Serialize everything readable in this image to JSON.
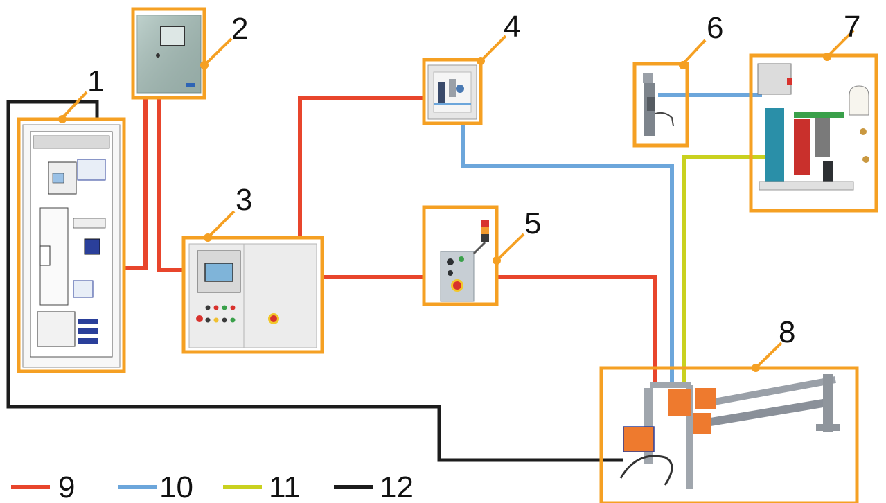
{
  "diagram": {
    "callouts": {
      "c1": "1",
      "c2": "2",
      "c3": "3",
      "c4": "4",
      "c5": "5",
      "c6": "6",
      "c7": "7",
      "c8": "8"
    },
    "legend": [
      {
        "label": "9",
        "color": "#e8452c"
      },
      {
        "label": "10",
        "color": "#6ca6db"
      },
      {
        "label": "11",
        "color": "#c9d11f"
      },
      {
        "label": "12",
        "color": "#1c1c1c"
      }
    ],
    "colors": {
      "frame": "#f5a023",
      "red_line": "#e8452c",
      "blue_line": "#6ca6db",
      "yellow_line": "#c9d11f",
      "black_line": "#1c1c1c"
    },
    "icons": {
      "component_1": "control-cabinet-icon",
      "component_2": "analyzer-unit-icon",
      "component_3": "operator-panel-icon",
      "component_4": "air-filter-unit-icon",
      "component_5": "emergency-stop-station-icon",
      "component_6": "sampling-valve-icon",
      "component_7": "water-cooling-unit-icon",
      "component_8": "probe-lance-icon"
    }
  }
}
